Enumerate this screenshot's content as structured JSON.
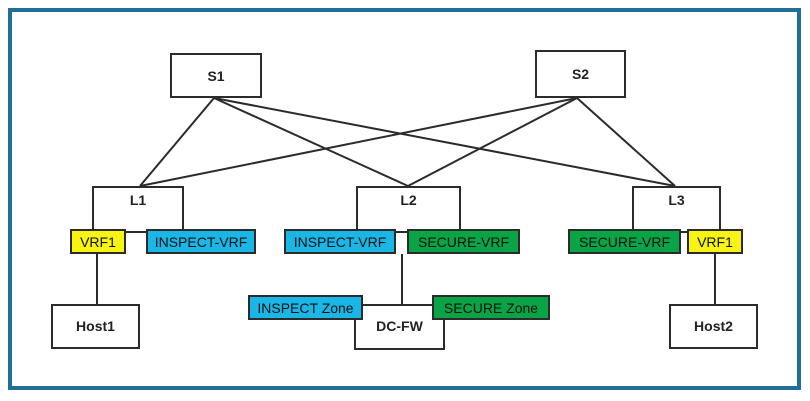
{
  "colors": {
    "frame": "#1f6f98",
    "inspect": "#1ab6e6",
    "secure": "#0aa446",
    "vrf": "#f7f312",
    "line": "#2b2b2b"
  },
  "nodes": {
    "s1": "S1",
    "s2": "S2",
    "l1": "L1",
    "l2": "L2",
    "l3": "L3",
    "host1": "Host1",
    "host2": "Host2",
    "dcfw": "DC-FW"
  },
  "tags": {
    "l1_vrf1": "VRF1",
    "l1_inspect_vrf": "INSPECT-VRF",
    "l2_inspect_vrf": "INSPECT-VRF",
    "l2_secure_vrf": "SECURE-VRF",
    "l3_secure_vrf": "SECURE-VRF",
    "l3_vrf1": "VRF1",
    "inspect_zone": "INSPECT Zone",
    "secure_zone": "SECURE Zone"
  }
}
